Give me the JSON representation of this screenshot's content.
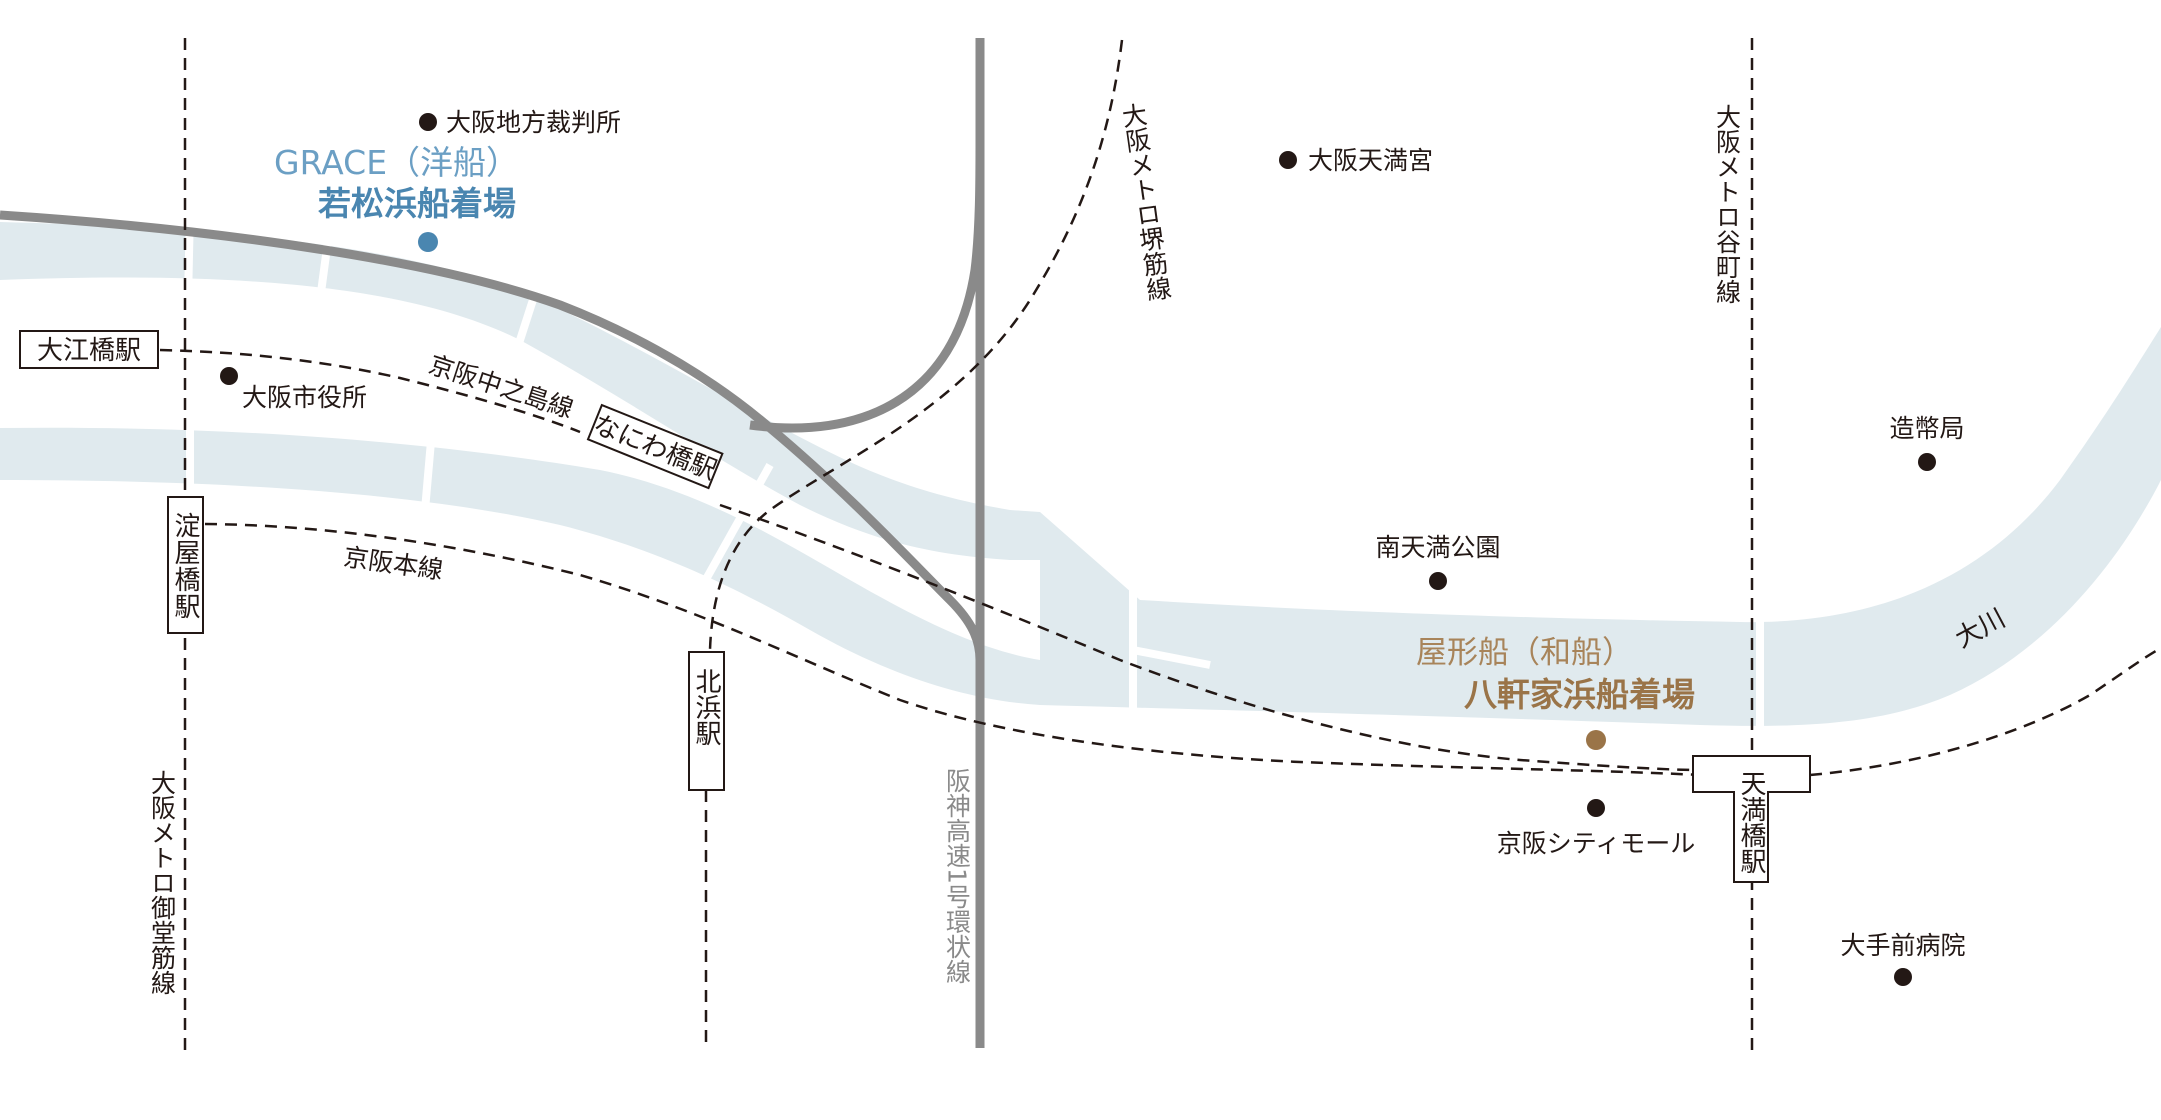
{
  "colors": {
    "river": "#e0eaee",
    "highway": "#8a8a8a",
    "rail": "#231815",
    "pier_blue": "#4a86b0",
    "pier_blue_light": "#6b9fc4",
    "pier_brown": "#9a7448",
    "pier_brown_light": "#a8845a",
    "dot": "#231815"
  },
  "piers": {
    "grace": {
      "subtitle": "GRACE（洋船）",
      "name": "若松浜船着場"
    },
    "yakata": {
      "subtitle": "屋形船（和船）",
      "name": "八軒家浜船着場"
    }
  },
  "landmarks": {
    "court": "大阪地方裁判所",
    "shrine": "大阪天満宮",
    "city_hall": "大阪市役所",
    "mint": "造幣局",
    "park": "南天満公園",
    "mall": "京阪シティモール",
    "hospital": "大手前病院"
  },
  "stations": {
    "oebashi": "大江橋駅",
    "naniwabashi": "なにわ橋駅",
    "yodoyabashi": "淀屋橋駅",
    "kitahama": "北浜駅",
    "tenmabashi": "天満橋駅"
  },
  "lines": {
    "nakanoshima": "京阪中之島線",
    "keihan_main": "京阪本線",
    "sakaisuji": "大阪メトロ堺筋線",
    "tanimachi": "大阪メトロ谷町線",
    "midosuji": "大阪メトロ御堂筋線",
    "hanshin_expressway": "阪神高速1号環状線"
  },
  "river": "大川"
}
